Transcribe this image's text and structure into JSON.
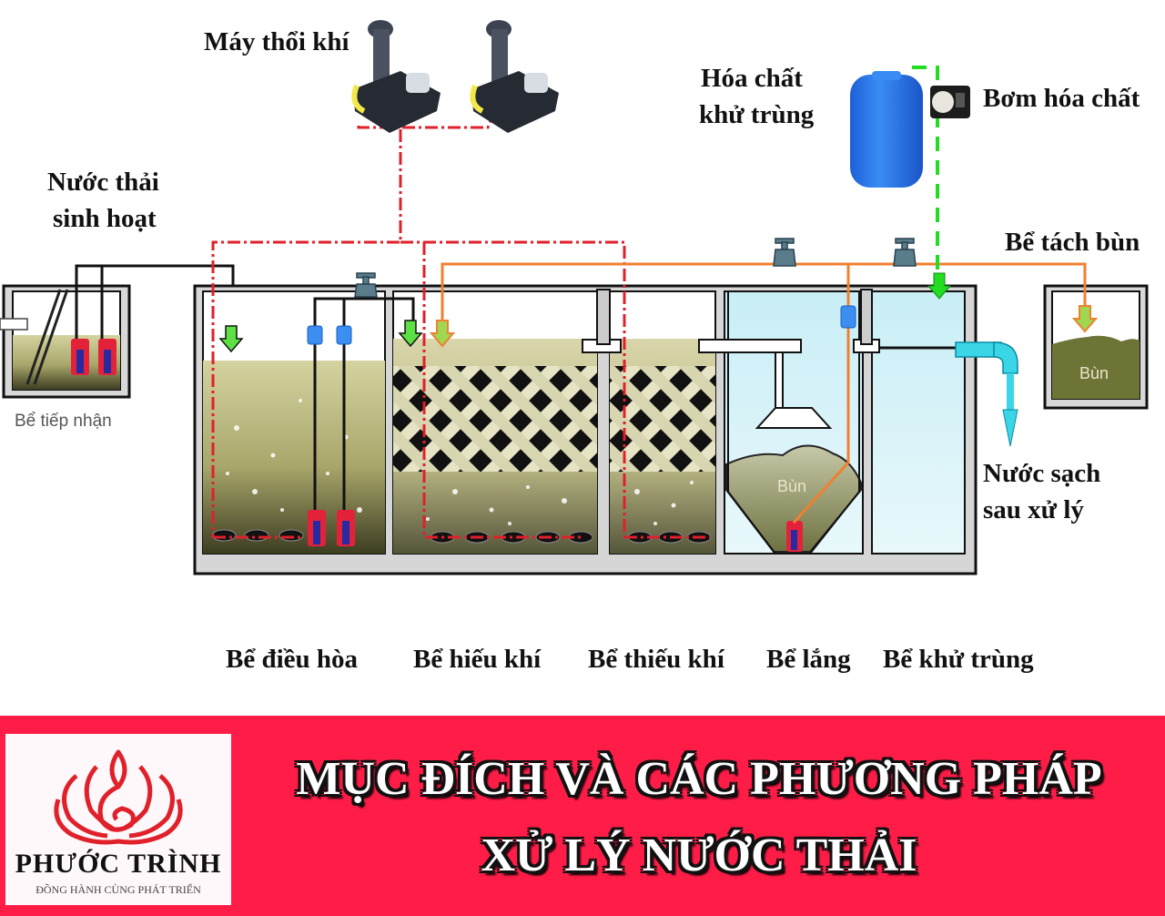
{
  "diagram": {
    "labels": {
      "blower": "Máy thổi khí",
      "wastewater_line1": "Nước thải",
      "wastewater_line2": "sinh hoạt",
      "chemical_line1": "Hóa chất",
      "chemical_line2": "khử trùng",
      "chemical_pump": "Bơm hóa chất",
      "sludge_separation_tank": "Bể tách bùn",
      "receiving_tank": "Bể tiếp nhận",
      "clean_water_line1": "Nước sạch",
      "clean_water_line2": "sau xử lý",
      "sludge_settling": "Bùn",
      "sludge_separated": "Bùn"
    },
    "tanks": [
      {
        "label": "Bể điều hòa"
      },
      {
        "label": "Bể hiếu khí"
      },
      {
        "label": "Bể thiếu khí"
      },
      {
        "label": "Bể lắng"
      },
      {
        "label": "Bể khử trùng"
      }
    ],
    "colors": {
      "air_line": "#e0202a",
      "sludge_line": "#f08030",
      "chemical_line": "#22dd22",
      "water_line": "#111111",
      "sewage_fill": "#b8b67a",
      "clear_water": "#d8f2f8",
      "sludge_fill": "#7a7a3a",
      "chemical_tank": "#2a7ef0"
    }
  },
  "banner": {
    "background": "#ff1d48",
    "logo": {
      "name": "PHƯỚC TRÌNH",
      "tagline": "ĐỒNG HÀNH CÙNG PHÁT TRIỂN"
    },
    "title_line1": "MỤC ĐÍCH VÀ CÁC PHƯƠNG PHÁP",
    "title_line2": "XỬ LÝ NƯỚC THẢI"
  }
}
